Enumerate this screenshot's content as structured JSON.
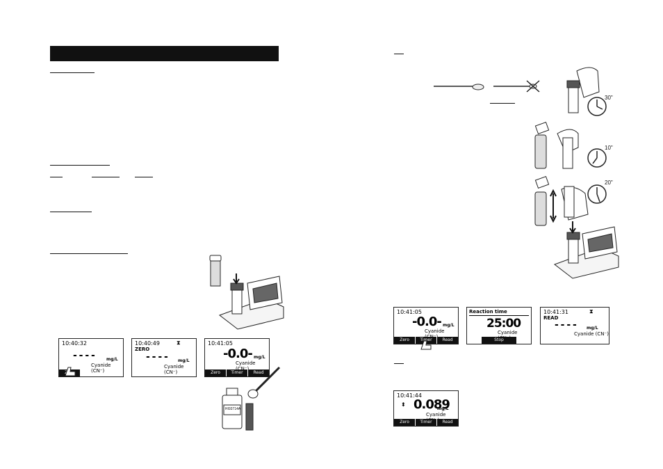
{
  "left": {
    "screens": [
      {
        "time": "10:40:32",
        "mode": "",
        "value": "- - - -",
        "unit": "mg/L",
        "param": "Cyanide (CN⁻)",
        "keys": [
          "Zero"
        ]
      },
      {
        "time": "10:40:49",
        "mode": "ZERO",
        "value": "- - - -",
        "unit": "mg/L",
        "param": "Cyanide (CN⁻)",
        "keys": []
      },
      {
        "time": "10:41:05",
        "mode": "",
        "value": "-0.0-",
        "unit": "mg/L",
        "param": "Cyanide (CN⁻)",
        "keys": [
          "Zero",
          "Timer",
          "Read"
        ]
      }
    ],
    "reagent_bottle_label": "HI93714A"
  },
  "right": {
    "timers": [
      "30\"",
      "10\"",
      "20\""
    ],
    "screens": [
      {
        "time": "10:41:05",
        "value": "-0.0-",
        "unit": "mg/L",
        "param": "Cyanide (CN⁻)",
        "keys": [
          "Zero",
          "Timer",
          "Read"
        ]
      },
      {
        "title": "Reaction time",
        "value": "25:00",
        "param": "Cyanide (CN⁻)",
        "keys": [
          "Stop"
        ]
      },
      {
        "time": "10:41:31",
        "mode": "READ",
        "value": "- - - -",
        "unit": "mg/L",
        "param": "Cyanide (CN⁻)",
        "keys": []
      },
      {
        "time": "10:41:44",
        "value": "0.089",
        "unit": "mg/L",
        "param": "Cyanide (CN⁻)",
        "keys": [
          "Zero",
          "Timer",
          "Read"
        ]
      }
    ],
    "icons": {
      "hourglass": "⧗",
      "arrows": "⬍"
    }
  }
}
